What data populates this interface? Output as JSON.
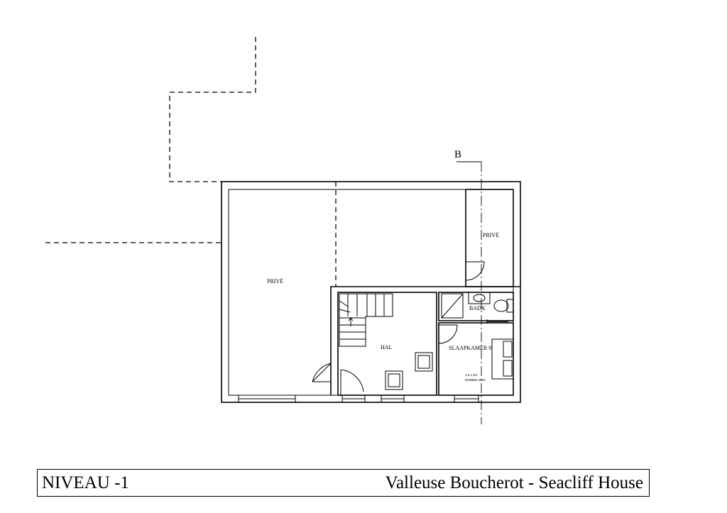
{
  "plan": {
    "section_marker": "B",
    "rooms": {
      "prive_large": "PRIVÉ",
      "prive_small": "PRIVÉ",
      "hal": "HAL",
      "badk": "BADK",
      "slaapkamer": "SLAAPKAMER 9",
      "bed_size": "1,8 x 2m",
      "bed_type": "DOBBEL BED"
    }
  },
  "title_block": {
    "level": "NIVEAU -1",
    "project": "Valleuse Boucherot - Seacliff House"
  }
}
